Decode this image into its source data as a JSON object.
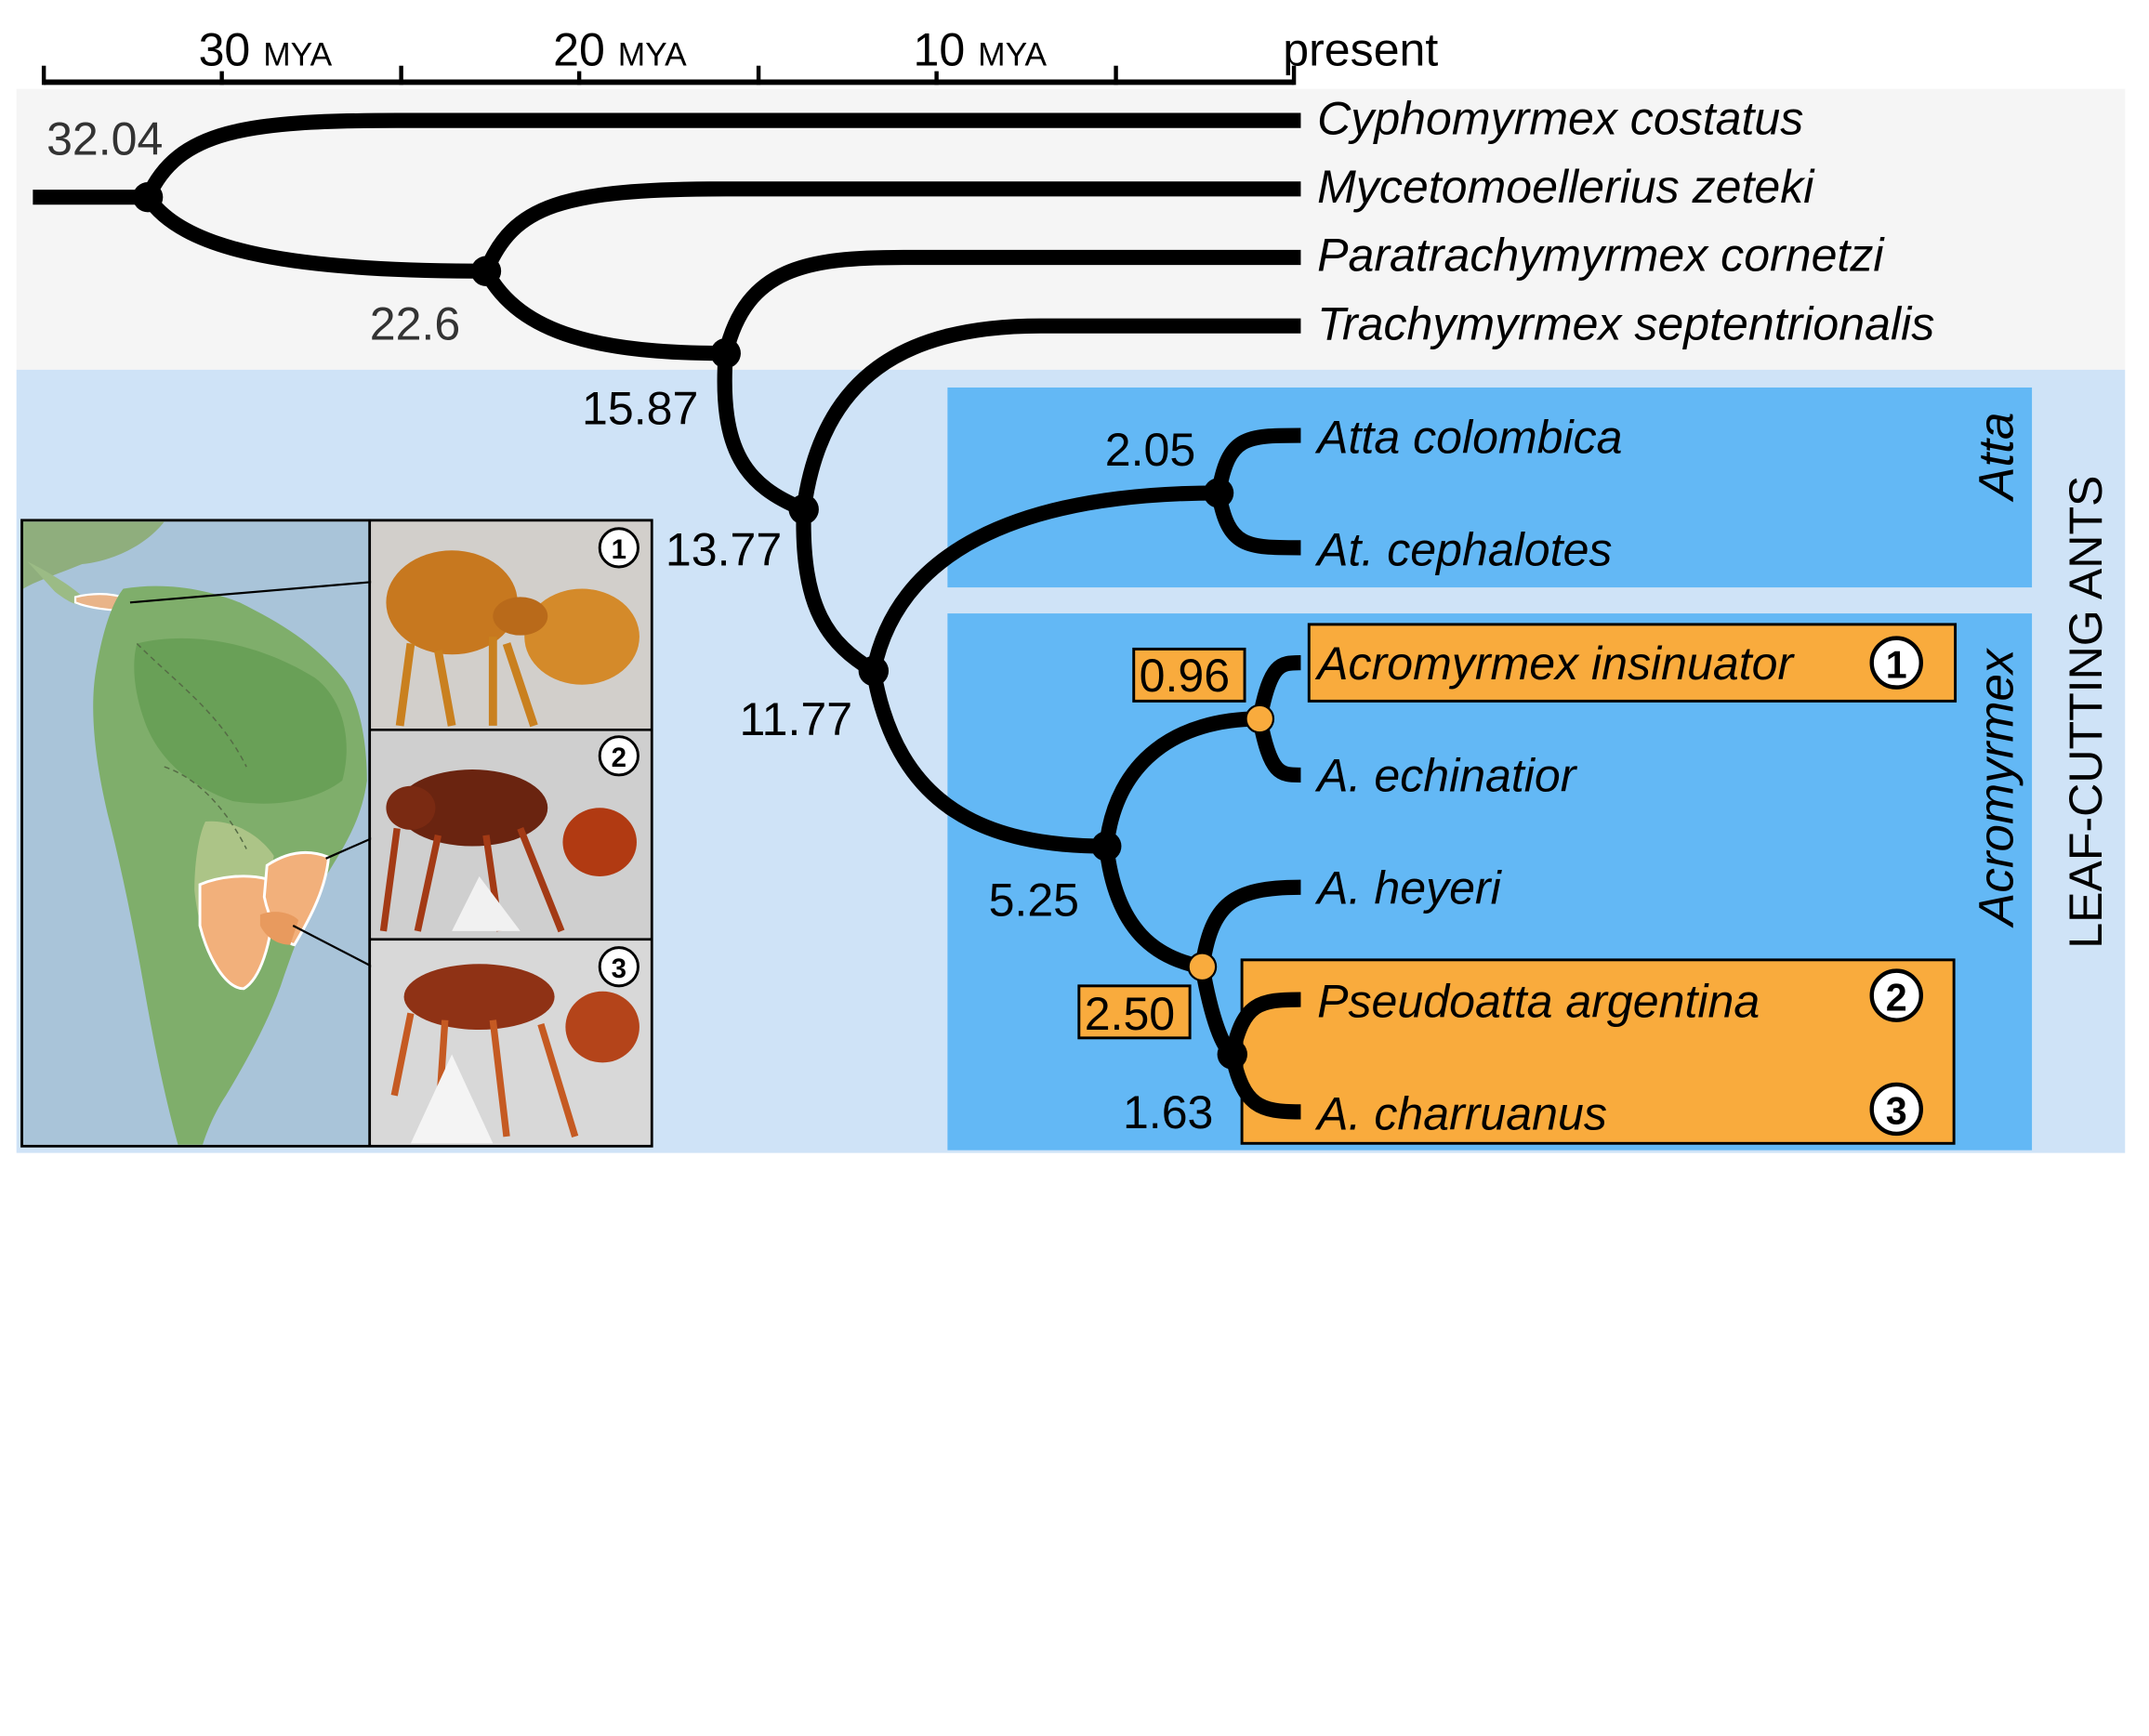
{
  "timescale": {
    "ticks": [
      {
        "value": "30",
        "unit": "MYA"
      },
      {
        "value": "20",
        "unit": "MYA"
      },
      {
        "value": "10",
        "unit": "MYA"
      }
    ],
    "present_label": "present"
  },
  "taxa": [
    {
      "name": "Cyphomyrmex costatus",
      "highlighted": false
    },
    {
      "name": "Mycetomoellerius zeteki",
      "highlighted": false
    },
    {
      "name": "Paratrachymyrmex cornetzi",
      "highlighted": false
    },
    {
      "name": "Trachymyrmex septentrionalis",
      "highlighted": false
    },
    {
      "name": "Atta colombica",
      "highlighted": false
    },
    {
      "name": "At. cephalotes",
      "highlighted": false
    },
    {
      "name": "Acromyrmex insinuator",
      "highlighted": true,
      "marker": "1"
    },
    {
      "name": "A. echinatior",
      "highlighted": false
    },
    {
      "name": "A. heyeri",
      "highlighted": false
    },
    {
      "name": "Pseudoatta argentina",
      "highlighted": true,
      "marker": "2"
    },
    {
      "name": "A. charruanus",
      "highlighted": true,
      "marker": "3"
    }
  ],
  "node_ages": [
    {
      "age": "32.04",
      "highlighted": false
    },
    {
      "age": "22.6",
      "highlighted": false
    },
    {
      "age": "15.87",
      "highlighted": false
    },
    {
      "age": "13.77",
      "highlighted": false
    },
    {
      "age": "11.77",
      "highlighted": false
    },
    {
      "age": "2.05",
      "highlighted": false
    },
    {
      "age": "5.25",
      "highlighted": false
    },
    {
      "age": "0.96",
      "highlighted": true
    },
    {
      "age": "2.50",
      "highlighted": true
    },
    {
      "age": "1.63",
      "highlighted": false
    }
  ],
  "clades": {
    "atta": "Atta",
    "acromyrmex": "Acromyrmex",
    "group": "LEAF-CUTTING ANTS"
  },
  "inset": {
    "photo_markers": [
      "1",
      "2",
      "3"
    ]
  },
  "colors": {
    "branch": "#000000",
    "top_band": "#f5f5f5",
    "leaf_cutting_band": "#cfe3f7",
    "clade_box": "#63b8f5",
    "highlight": "#f9ab3d",
    "ocean": "#a9c4d9",
    "land": "#7fae6b"
  }
}
